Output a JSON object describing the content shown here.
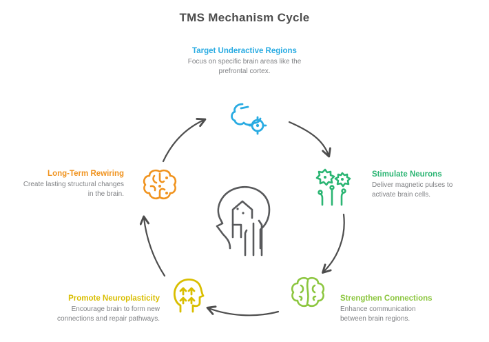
{
  "title": "TMS Mechanism Cycle",
  "colors": {
    "title_text": "#4D4D4D",
    "body_text": "#808285",
    "arrow": "#4D4D4D",
    "center_illustration": "#58595B",
    "blue": "#29ABE2",
    "green": "#2BB573",
    "lime": "#8CC63F",
    "yellow": "#D9BE00",
    "orange": "#F0931E"
  },
  "nodes": [
    {
      "id": "target-underactive-regions",
      "label": "Target Underactive Regions",
      "description": "Focus on specific brain areas like the prefrontal cortex.",
      "color": "#29ABE2",
      "icon": "brain-target-icon",
      "position": "top"
    },
    {
      "id": "stimulate-neurons",
      "label": "Stimulate Neurons",
      "description": "Deliver magnetic pulses to activate brain cells.",
      "color": "#2BB573",
      "icon": "neurons-icon",
      "position": "right"
    },
    {
      "id": "strengthen-connections",
      "label": "Strengthen Connections",
      "description": "Enhance communication between brain regions.",
      "color": "#8CC63F",
      "icon": "brain-top-icon",
      "position": "bottom-right"
    },
    {
      "id": "promote-neuroplasticity",
      "label": "Promote Neuroplasticity",
      "description": "Encourage brain to form new connections and repair pathways.",
      "color": "#D9BE00",
      "icon": "head-growth-arrows-icon",
      "position": "bottom-left"
    },
    {
      "id": "long-term-rewiring",
      "label": "Long-Term Rewiring",
      "description": "Create lasting structural changes in the brain.",
      "color": "#F0931E",
      "icon": "brain-rewire-icon",
      "position": "left"
    }
  ],
  "center": {
    "icon": "head-circuit-illustration"
  },
  "arrow_count": "5"
}
